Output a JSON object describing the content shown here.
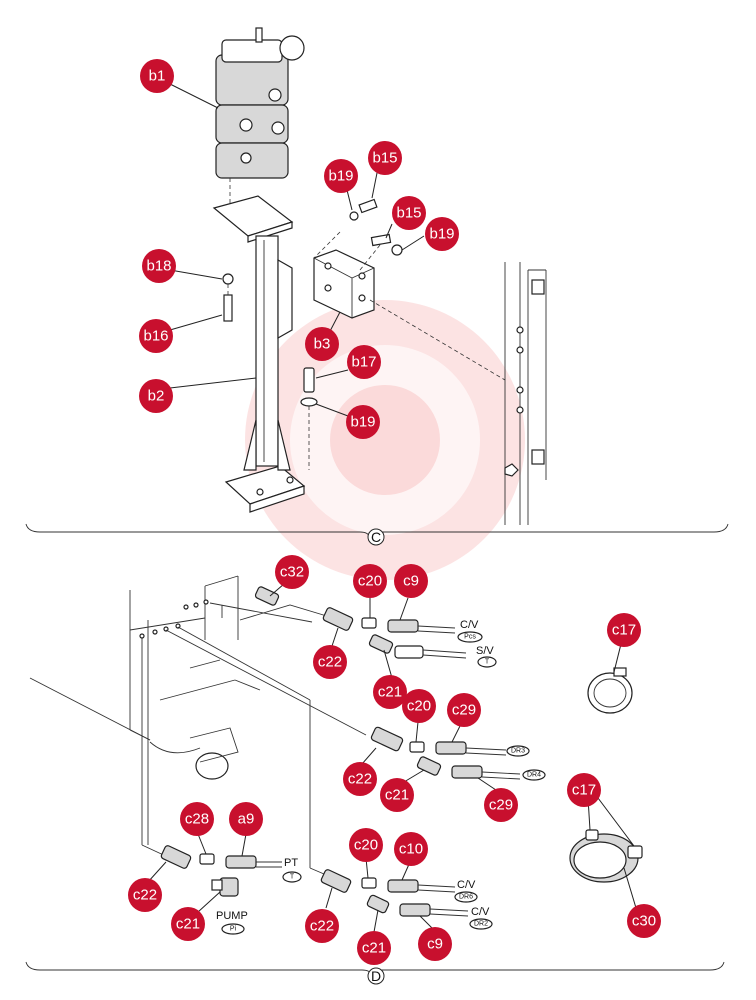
{
  "sections": {
    "upper": "C",
    "lower": "D"
  },
  "callouts": {
    "b1": "b1",
    "b2": "b2",
    "b3": "b3",
    "b15a": "b15",
    "b15b": "b15",
    "b16": "b16",
    "b17": "b17",
    "b18": "b18",
    "b19a": "b19",
    "b19b": "b19",
    "b19c": "b19",
    "c32": "c32",
    "c20a": "c20",
    "c9a": "c9",
    "c22a": "c22",
    "c21a": "c21",
    "c17a": "c17",
    "c20b": "c20",
    "c29a": "c29",
    "c22b": "c22",
    "c21b": "c21",
    "c29b": "c29",
    "c17b": "c17",
    "c28": "c28",
    "a9": "a9",
    "c22c": "c22",
    "c21c": "c21",
    "c20c": "c20",
    "c10": "c10",
    "c22d": "c22",
    "c21d": "c21",
    "c9b": "c9",
    "c30": "c30"
  },
  "labels": {
    "cv1": "C/V",
    "pcs": "Pcs",
    "sv": "S/V",
    "t1": "T",
    "dr3": "DR3",
    "dr4": "DR4",
    "pt": "PT",
    "t2": "T",
    "pump": "PUMP",
    "pi": "Pi",
    "cv2": "C/V",
    "dr6": "DR6",
    "cv3": "C/V",
    "dr2": "DR2"
  },
  "colors": {
    "callout": "#c8102e",
    "watermark": "#f08080"
  }
}
